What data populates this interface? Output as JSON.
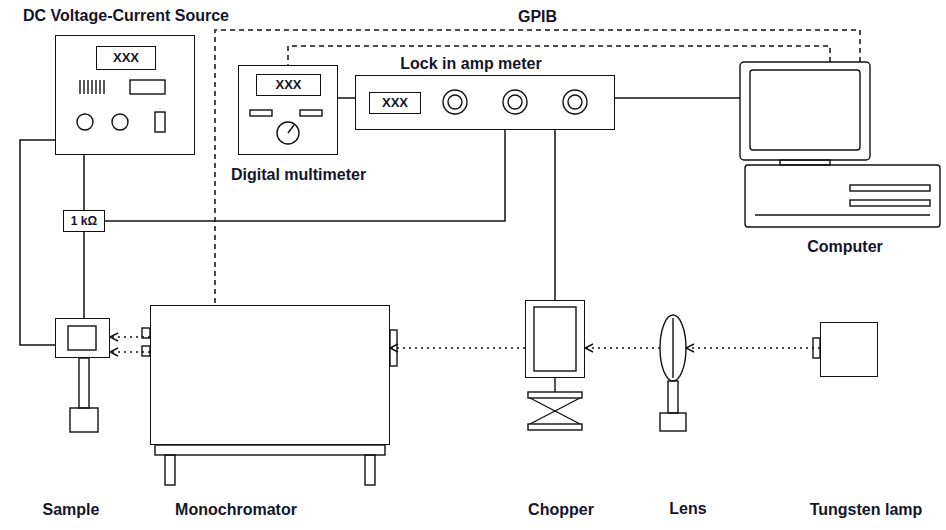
{
  "diagram": {
    "nodes": [
      {
        "text": [
          "DC Voltage-Current Source",
          "XXX"
        ]
      },
      {
        "text": [
          "Digital multimeter",
          "XXX"
        ]
      },
      {
        "text": [
          "Lock in amp meter",
          "XXX"
        ]
      },
      {
        "text": [
          "Computer"
        ]
      },
      {
        "text": [
          "1 kΩ"
        ]
      },
      {
        "text": [
          "Sample"
        ]
      },
      {
        "text": [
          "Monochromator"
        ]
      },
      {
        "text": [
          "Chopper"
        ]
      },
      {
        "text": [
          "Lens"
        ]
      },
      {
        "text": [
          "Tungsten lamp"
        ]
      }
    ],
    "edges": [
      {
        "from": 3,
        "to": 6,
        "label": "GPIB",
        "arrow": "none"
      },
      {
        "from": 3,
        "to": 1,
        "arrow": "none"
      },
      {
        "from": 1,
        "to": 2,
        "arrow": "none"
      },
      {
        "from": 2,
        "to": 3,
        "arrow": "none"
      },
      {
        "from": 2,
        "to": 7,
        "arrow": "none"
      },
      {
        "from": 4,
        "to": 2,
        "arrow": "none"
      },
      {
        "from": 0,
        "to": 4,
        "arrow": "none"
      },
      {
        "from": 4,
        "to": 5,
        "arrow": "none"
      },
      {
        "from": 0,
        "to": 5,
        "arrow": "none"
      },
      {
        "from": 9,
        "to": 8,
        "arrow": "to"
      },
      {
        "from": 8,
        "to": 7,
        "arrow": "to"
      },
      {
        "from": 7,
        "to": 6,
        "arrow": "to"
      },
      {
        "from": 6,
        "to": 5,
        "arrow": "to"
      },
      {
        "from": 6,
        "to": 5,
        "arrow": "to"
      }
    ]
  }
}
